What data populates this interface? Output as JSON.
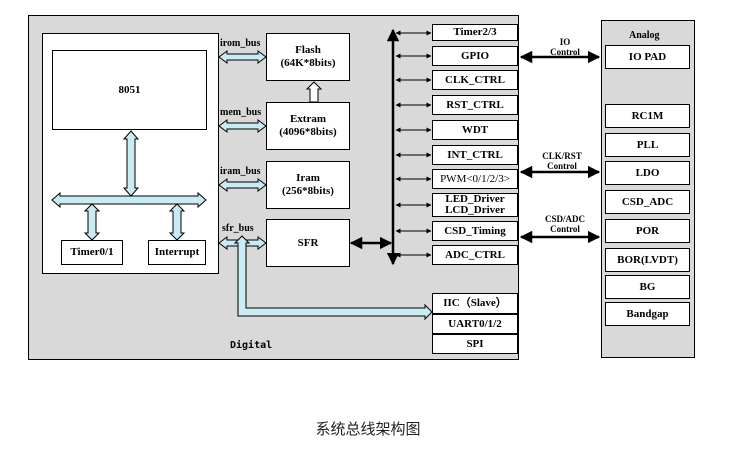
{
  "digital": {
    "label": "Digital",
    "cpu": "8051",
    "timer": "Timer0/1",
    "interrupt": "Interrupt",
    "memories": [
      {
        "bus": "irom_bus",
        "line1": "Flash",
        "line2": "(64K*8bits)"
      },
      {
        "bus": "mem_bus",
        "line1": "Extram",
        "line2": "(4096*8bits)"
      },
      {
        "bus": "iram_bus",
        "line1": "Iram",
        "line2": "(256*8bits)"
      }
    ],
    "sfr_bus": "sfr_bus",
    "sfr": "SFR",
    "peripherals": [
      "Timer2/3",
      "GPIO",
      "CLK_CTRL",
      "RST_CTRL",
      "WDT",
      "INT_CTRL",
      "PWM<0/1/2/3>",
      "LED_Driver",
      "LCD_Driver",
      "CSD_Timing",
      "ADC_CTRL"
    ],
    "serial": [
      "IIC（Slave）",
      "UART0/1/2",
      "SPI"
    ]
  },
  "links": {
    "io": [
      "IO",
      "Control"
    ],
    "clk": [
      "CLK/RST",
      "Control"
    ],
    "csd": [
      "CSD/ADC",
      "Control"
    ]
  },
  "analog": {
    "label": "Analog",
    "blocks": [
      "IO PAD",
      "RC1M",
      "PLL",
      "LDO",
      "CSD_ADC",
      "POR",
      "BOR(LVDT)",
      "BG",
      "Bandgap"
    ]
  },
  "caption": "系统总线架构图"
}
